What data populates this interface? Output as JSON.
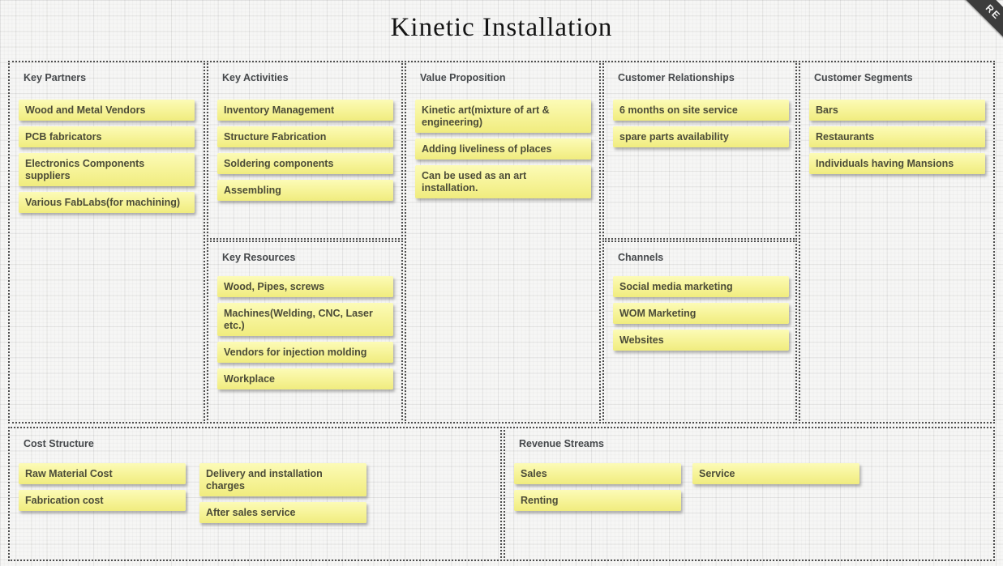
{
  "title": "Kinetic Installation",
  "ribbon": {
    "visible_text": "RE",
    "color": "#3c3c3c"
  },
  "colors": {
    "note_bg_top": "#fcfbb7",
    "note_bg_bottom": "#f0ec7e",
    "note_text": "#4c4c38",
    "section_label_text": "#45484b",
    "section_border": "#4e4e4e",
    "canvas_bg": "#f6f6f5",
    "ribbon_bg": "#3c3c3c"
  },
  "sections": [
    {
      "id": "key-partners",
      "label": "Key Partners",
      "notes": [
        "Wood and Metal Vendors",
        "PCB fabricators",
        "Electronics Components suppliers",
        "Various FabLabs(for machining)"
      ]
    },
    {
      "id": "key-activities",
      "label": "Key Activities",
      "notes": [
        "Inventory Management",
        "Structure Fabrication",
        "Soldering components",
        "Assembling"
      ]
    },
    {
      "id": "key-resources",
      "label": "Key Resources",
      "notes": [
        "Wood, Pipes, screws",
        "Machines(Welding, CNC, Laser etc.)",
        "Vendors for injection molding",
        "Workplace"
      ]
    },
    {
      "id": "value-proposition",
      "label": "Value Proposition",
      "notes": [
        "Kinetic art(mixture of art & engineering)",
        "Adding liveliness of places",
        "Can be used as an art installation."
      ]
    },
    {
      "id": "customer-relationships",
      "label": "Customer Relationships",
      "notes": [
        "6 months on site service",
        "spare parts availability"
      ]
    },
    {
      "id": "channels",
      "label": "Channels",
      "notes": [
        "Social media marketing",
        "WOM Marketing",
        "Websites"
      ]
    },
    {
      "id": "customer-segments",
      "label": "Customer Segments",
      "notes": [
        "Bars",
        "Restaurants",
        "Individuals having Mansions"
      ]
    },
    {
      "id": "cost-structure",
      "label": "Cost Structure",
      "notes_col1": [
        "Raw Material Cost",
        "Fabrication cost"
      ],
      "notes_col2": [
        "Delivery and installation charges",
        "After sales service"
      ]
    },
    {
      "id": "revenue-streams",
      "label": "Revenue Streams",
      "notes_col1": [
        "Sales",
        "Renting"
      ],
      "notes_col2": [
        "Service"
      ]
    }
  ]
}
